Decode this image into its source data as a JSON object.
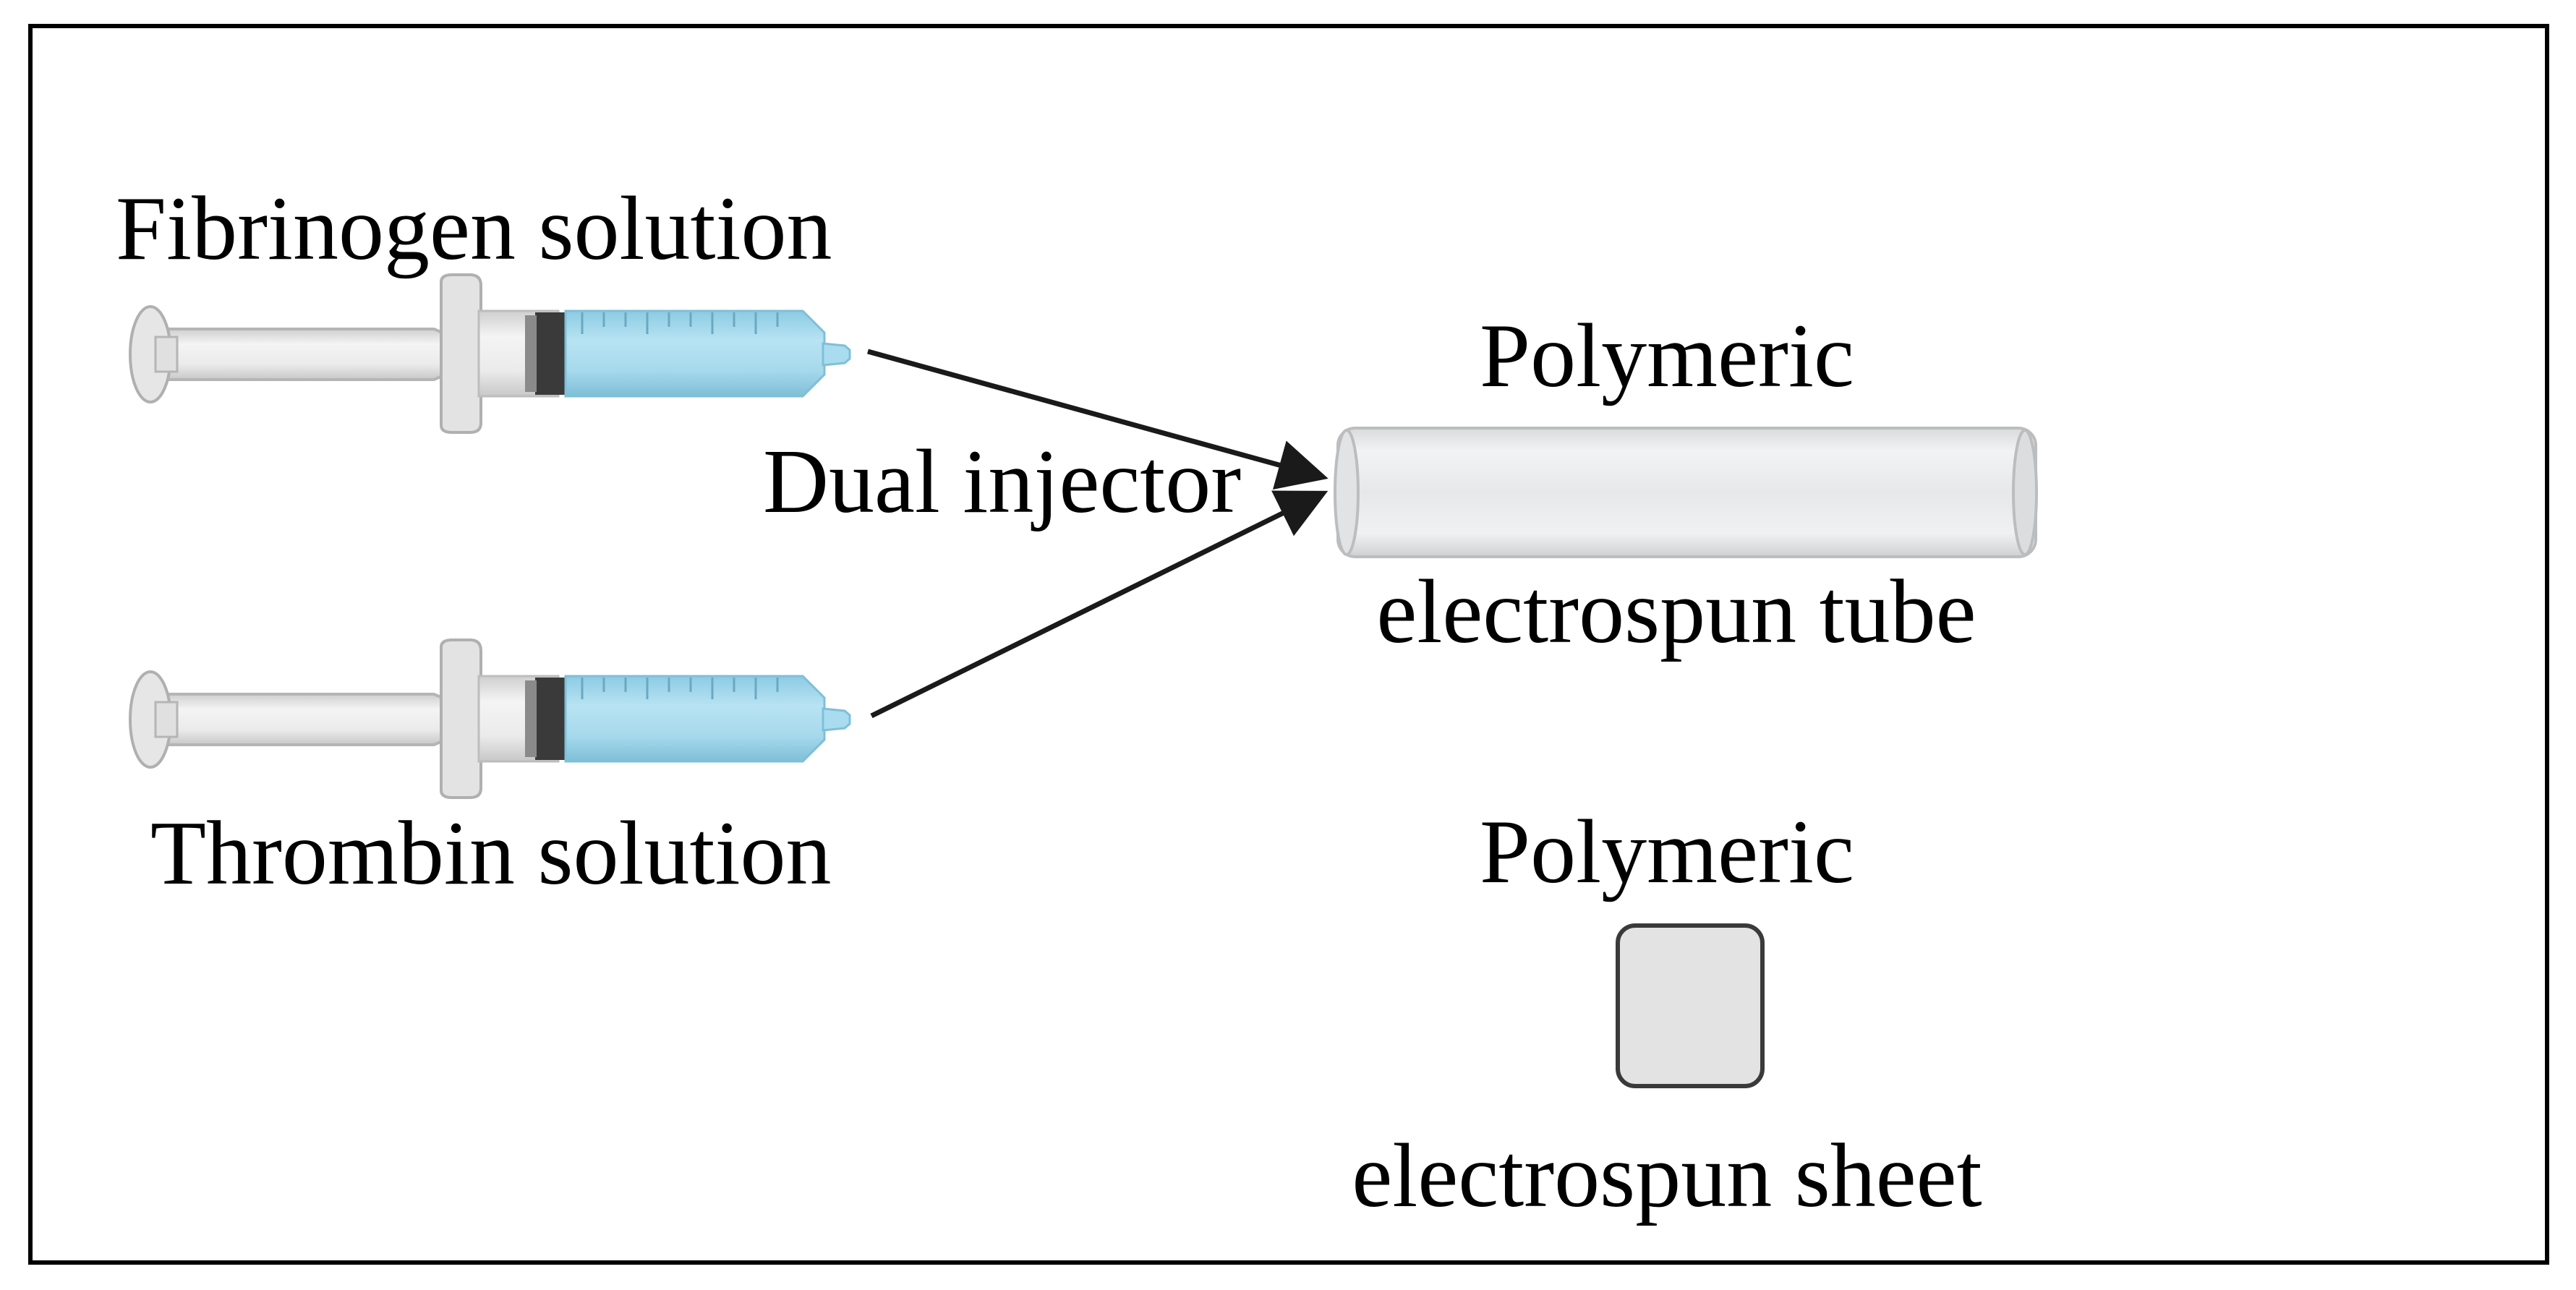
{
  "labels": {
    "fibrinogen": "Fibrinogen solution",
    "thrombin": "Thrombin solution",
    "dual_injector": "Dual injector",
    "tube_top": "Polymeric",
    "tube_bottom": "electrospun tube",
    "sheet_top": "Polymeric",
    "sheet_bottom": "electrospun sheet"
  },
  "colors": {
    "frame": "#000000",
    "solution": "#a9dcef",
    "solution_edge": "#7fbfd8",
    "barrel": "#e4e4e4",
    "plunger": "#d9d9d9",
    "tube": "#e8e9eb",
    "sheet": "#e3e3e3",
    "arrow": "#1a1a1a"
  }
}
